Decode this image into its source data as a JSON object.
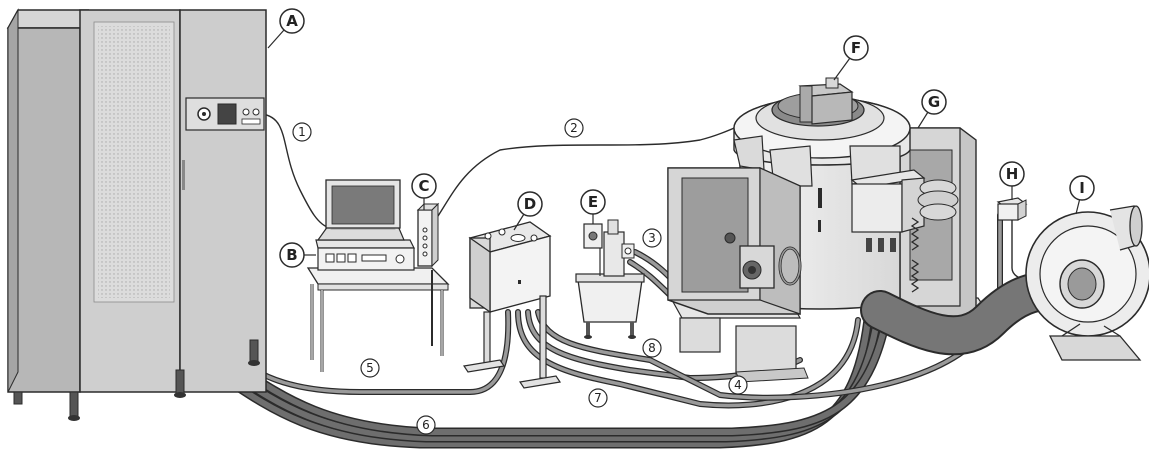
{
  "diagram": {
    "equipment_labels": [
      "A",
      "B",
      "C",
      "D",
      "E",
      "F",
      "G",
      "H",
      "I"
    ],
    "cable_labels": [
      "1",
      "2",
      "3",
      "4",
      "5",
      "6",
      "7",
      "8"
    ]
  },
  "colors": {
    "outline": "#2b2b2b",
    "cabinet": "#c9c9c9",
    "cabinet_dark": "#b3b3b3",
    "panel_light": "#e8e8e8",
    "shaker_body": "#ececec",
    "cable_thick": "#6e6e6e",
    "hose": "#707070",
    "callout_fill": "#ffffff"
  }
}
